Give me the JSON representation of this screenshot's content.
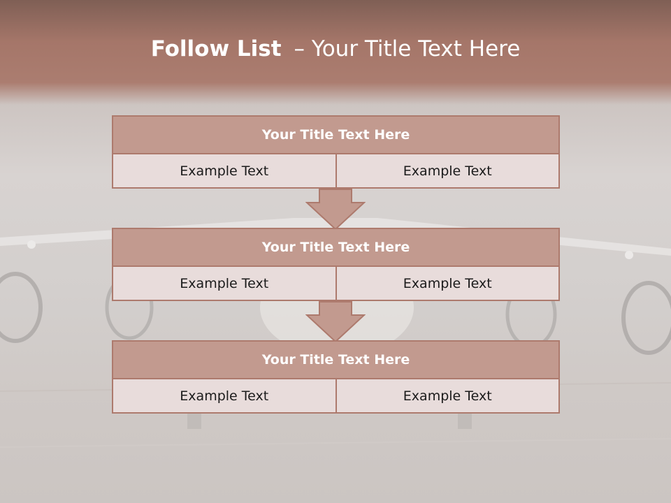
{
  "slide": {
    "title_strong": "Follow List",
    "title_rest": "– Your Title Text Here"
  },
  "steps": [
    {
      "title": "Your Title Text Here",
      "left": "Example Text",
      "right": "Example Text"
    },
    {
      "title": "Your Title Text Here",
      "left": "Example Text",
      "right": "Example Text"
    },
    {
      "title": "Your Title Text Here",
      "left": "Example Text",
      "right": "Example Text"
    }
  ],
  "colors": {
    "header_band": "#a57669",
    "box_fill": "#c29a8f",
    "box_border": "#ad7a6d",
    "cell_fill": "#e8dcdb",
    "arrow_fill": "#c29a8f"
  }
}
